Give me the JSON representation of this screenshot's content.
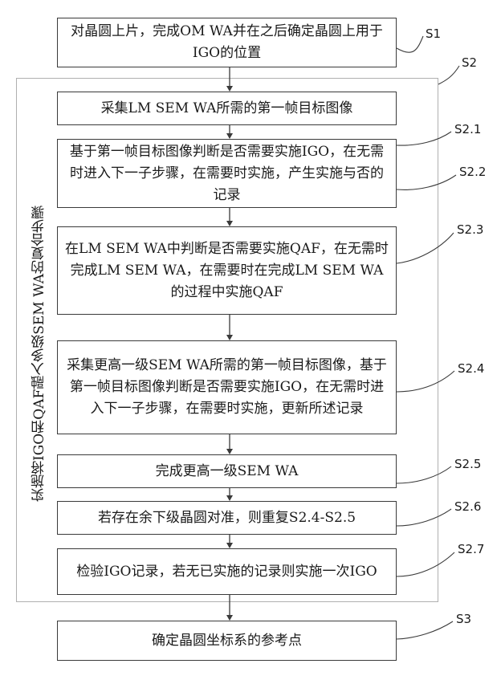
{
  "steps": {
    "s1": {
      "text": "对晶圆上片，完成OM WA并在之后确定晶圆上用于IGO的位置",
      "label": "S1"
    },
    "s2": {
      "label": "S2",
      "side_text": "实施将IGO和QAF融入多级SEM WA的复合步骤"
    },
    "s2_1": {
      "text": "采集LM SEM WA所需的第一帧目标图像",
      "label": "S2.1"
    },
    "s2_2": {
      "text": "基于第一帧目标图像判断是否需要实施IGO，在无需时进入下一子步骤，在需要时实施，产生实施与否的记录",
      "label": "S2.2"
    },
    "s2_3": {
      "text": "在LM SEM WA中判断是否需要实施QAF，在无需时完成LM SEM WA，在需要时在完成LM SEM WA的过程中实施QAF",
      "label": "S2.3"
    },
    "s2_4": {
      "text": "采集更高一级SEM WA所需的第一帧目标图像，基于第一帧目标图像判断是否需要实施IGO，在无需时进入下一子步骤，在需要时实施，更新所述记录",
      "label": "S2.4"
    },
    "s2_5": {
      "text": "完成更高一级SEM WA",
      "label": "S2.5"
    },
    "s2_6": {
      "text": "若存在余下级晶圆对准，则重复S2.4-S2.5",
      "label": "S2.6"
    },
    "s2_7": {
      "text": "检验IGO记录，若无已实施的记录则实施一次IGO",
      "label": "S2.7"
    },
    "s3": {
      "text": "确定晶圆坐标系的参考点",
      "label": "S3"
    }
  }
}
